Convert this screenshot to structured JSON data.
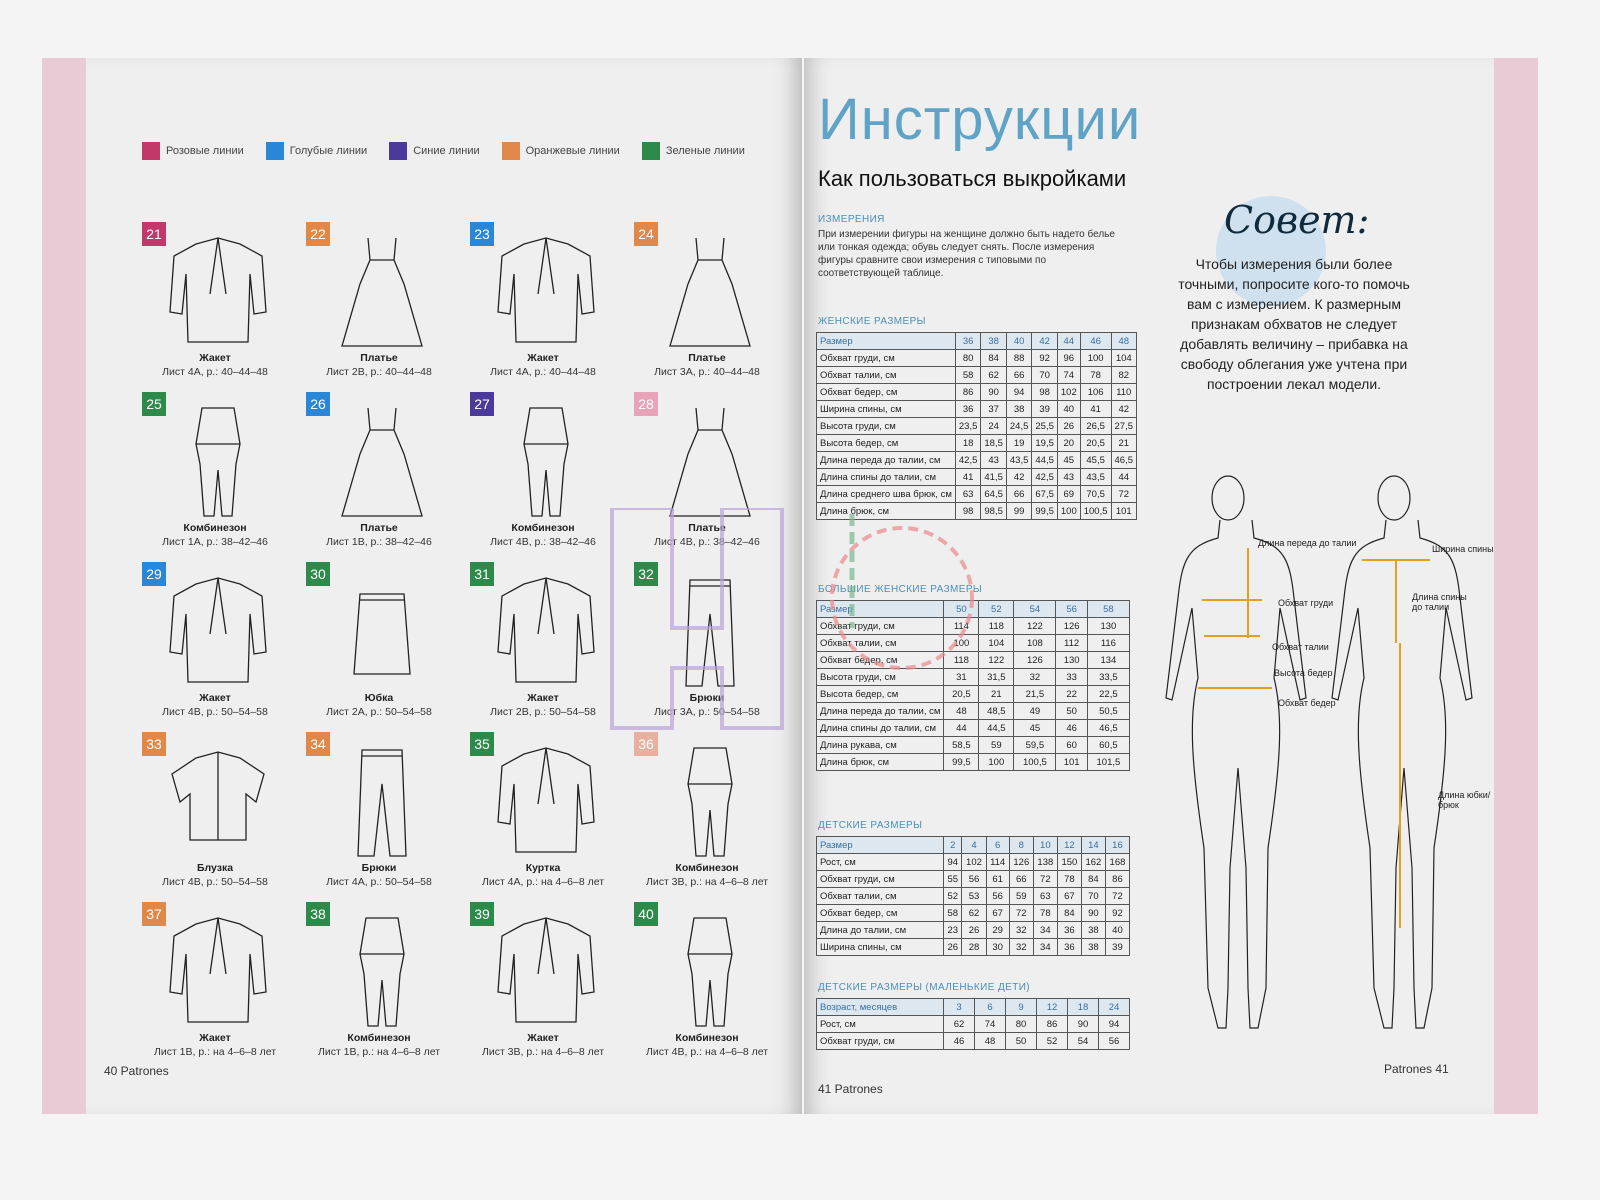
{
  "left_page": {
    "legend": [
      {
        "label": "Розовые линии",
        "color": "#c2386a"
      },
      {
        "label": "Голубые линии",
        "color": "#2a86d6"
      },
      {
        "label": "Синие линии",
        "color": "#4b3a9a"
      },
      {
        "label": "Оранжевые линии",
        "color": "#e0884a"
      },
      {
        "label": "Зеленые линии",
        "color": "#2e8a4a"
      }
    ],
    "garments": [
      {
        "num": "21",
        "color": "#c2386a",
        "name": "Жакет",
        "meta": "Лист 4А, р.: 40–44–48",
        "icon": "jacket-icon"
      },
      {
        "num": "22",
        "color": "#e0884a",
        "name": "Платье",
        "meta": "Лист 2В, р.: 40–44–48",
        "icon": "dress-icon"
      },
      {
        "num": "23",
        "color": "#2a86d6",
        "name": "Жакет",
        "meta": "Лист 4А, р.: 40–44–48",
        "icon": "jacket-icon"
      },
      {
        "num": "24",
        "color": "#e0884a",
        "name": "Платье",
        "meta": "Лист 3А, р.: 40–44–48",
        "icon": "dress-icon"
      },
      {
        "num": "25",
        "color": "#2e8a4a",
        "name": "Комбинезон",
        "meta": "Лист 1А, р.: 38–42–46",
        "icon": "jumpsuit-icon"
      },
      {
        "num": "26",
        "color": "#2a86d6",
        "name": "Платье",
        "meta": "Лист 1В, р.: 38–42–46",
        "icon": "dress-icon"
      },
      {
        "num": "27",
        "color": "#4b3a9a",
        "name": "Комбинезон",
        "meta": "Лист 4В, р.: 38–42–46",
        "icon": "jumpsuit-icon"
      },
      {
        "num": "28",
        "color": "#e8a3b8",
        "name": "Платье",
        "meta": "Лист 4В, р.: 38–42–46",
        "icon": "dress-icon"
      },
      {
        "num": "29",
        "color": "#2a86d6",
        "name": "Жакет",
        "meta": "Лист 4В, р.: 50–54–58",
        "icon": "jacket-icon"
      },
      {
        "num": "30",
        "color": "#2e8a4a",
        "name": "Юбка",
        "meta": "Лист 2А, р.: 50–54–58",
        "icon": "skirt-icon"
      },
      {
        "num": "31",
        "color": "#2e8a4a",
        "name": "Жакет",
        "meta": "Лист 2В, р.: 50–54–58",
        "icon": "jacket-icon"
      },
      {
        "num": "32",
        "color": "#2e8a4a",
        "name": "Брюки",
        "meta": "Лист 3А, р.: 50–54–58",
        "icon": "trousers-icon"
      },
      {
        "num": "33",
        "color": "#e0884a",
        "name": "Блузка",
        "meta": "Лист 4В, р.: 50–54–58",
        "icon": "blouse-icon"
      },
      {
        "num": "34",
        "color": "#e0884a",
        "name": "Брюки",
        "meta": "Лист 4А, р.: 50–54–58",
        "icon": "trousers-icon"
      },
      {
        "num": "35",
        "color": "#2e8a4a",
        "name": "Куртка",
        "meta": "Лист 4А, р.: на 4–6–8 лет",
        "icon": "jacket-icon"
      },
      {
        "num": "36",
        "color": "#e8b0a0",
        "name": "Комбинезон",
        "meta": "Лист 3В, р.: на 4–6–8 лет",
        "icon": "jumpsuit-icon"
      },
      {
        "num": "37",
        "color": "#e0884a",
        "name": "Жакет",
        "meta": "Лист 1В, р.: на 4–6–8 лет",
        "icon": "jacket-icon"
      },
      {
        "num": "38",
        "color": "#2e8a4a",
        "name": "Комбинезон",
        "meta": "Лист 1В, р.: на 4–6–8 лет",
        "icon": "jumpsuit-icon"
      },
      {
        "num": "39",
        "color": "#2e8a4a",
        "name": "Жакет",
        "meta": "Лист 3В, р.: на 4–6–8 лет",
        "icon": "jacket-icon"
      },
      {
        "num": "40",
        "color": "#2e8a4a",
        "name": "Комбинезон",
        "meta": "Лист 4В, р.: на 4–6–8 лет",
        "icon": "jumpsuit-icon"
      }
    ],
    "folio": "40 Patrones"
  },
  "right_page": {
    "title": "Инструкции",
    "subtitle": "Как пользоваться выкройками",
    "measurements_label": "ИЗМЕРЕНИЯ",
    "measurements_text": "При измерении фигуры на женщине должно быть надето белье или тонкая одежда; обувь следует снять. После измерения фигуры сравните свои измерения с типовыми по соответствующей таблице.",
    "tip_title": "Совет:",
    "tip_text": "Чтобы измерения были более точными, попросите кого-то помочь вам с измерением. К размерным признакам обхватов не следует добавлять величину – прибавка на свободу облегания уже учтена при построении лекал модели.",
    "figure_labels": {
      "front_length": "Длина переда до талии",
      "bust": "Обхват груди",
      "waist": "Обхват талии",
      "hip_height": "Высота бедер",
      "hips": "Обхват бедер",
      "back_width": "Ширина спины",
      "back_length": "Длина спины до талии",
      "skirt_length": "Длина юбки/брюк"
    },
    "tables": [
      {
        "title": "ЖЕНСКИЕ РАЗМЕРЫ",
        "header": [
          "Размер",
          "36",
          "38",
          "40",
          "42",
          "44",
          "46",
          "48"
        ],
        "rows": [
          [
            "Обхват груди, см",
            "80",
            "84",
            "88",
            "92",
            "96",
            "100",
            "104"
          ],
          [
            "Обхват талии, см",
            "58",
            "62",
            "66",
            "70",
            "74",
            "78",
            "82"
          ],
          [
            "Обхват бедер, см",
            "86",
            "90",
            "94",
            "98",
            "102",
            "106",
            "110"
          ],
          [
            "Ширина спины, см",
            "36",
            "37",
            "38",
            "39",
            "40",
            "41",
            "42"
          ],
          [
            "Высота груди, см",
            "23,5",
            "24",
            "24,5",
            "25,5",
            "26",
            "26,5",
            "27,5"
          ],
          [
            "Высота бедер, см",
            "18",
            "18,5",
            "19",
            "19,5",
            "20",
            "20,5",
            "21"
          ],
          [
            "Длина переда до талии, см",
            "42,5",
            "43",
            "43,5",
            "44,5",
            "45",
            "45,5",
            "46,5"
          ],
          [
            "Длина спины до талии, см",
            "41",
            "41,5",
            "42",
            "42,5",
            "43",
            "43,5",
            "44"
          ],
          [
            "Длина среднего шва брюк, см",
            "63",
            "64,5",
            "66",
            "67,5",
            "69",
            "70,5",
            "72"
          ],
          [
            "Длина брюк, см",
            "98",
            "98,5",
            "99",
            "99,5",
            "100",
            "100,5",
            "101"
          ]
        ]
      },
      {
        "title": "БОЛЬШИЕ ЖЕНСКИЕ РАЗМЕРЫ",
        "header": [
          "Размер",
          "50",
          "52",
          "54",
          "56",
          "58"
        ],
        "rows": [
          [
            "Обхват груди, см",
            "114",
            "118",
            "122",
            "126",
            "130"
          ],
          [
            "Обхват талии, см",
            "100",
            "104",
            "108",
            "112",
            "116"
          ],
          [
            "Обхват бедер, см",
            "118",
            "122",
            "126",
            "130",
            "134"
          ],
          [
            "Высота груди, см",
            "31",
            "31,5",
            "32",
            "33",
            "33,5"
          ],
          [
            "Высота бедер, см",
            "20,5",
            "21",
            "21,5",
            "22",
            "22,5"
          ],
          [
            "Длина переда до талии, см",
            "48",
            "48,5",
            "49",
            "50",
            "50,5"
          ],
          [
            "Длина спины до талии, см",
            "44",
            "44,5",
            "45",
            "46",
            "46,5"
          ],
          [
            "Длина рукава, см",
            "58,5",
            "59",
            "59,5",
            "60",
            "60,5"
          ],
          [
            "Длина брюк, см",
            "99,5",
            "100",
            "100,5",
            "101",
            "101,5"
          ]
        ]
      },
      {
        "title": "ДЕТСКИЕ РАЗМЕРЫ",
        "header": [
          "Размер",
          "2",
          "4",
          "6",
          "8",
          "10",
          "12",
          "14",
          "16"
        ],
        "rows": [
          [
            "Рост, см",
            "94",
            "102",
            "114",
            "126",
            "138",
            "150",
            "162",
            "168"
          ],
          [
            "Обхват груди, см",
            "55",
            "56",
            "61",
            "66",
            "72",
            "78",
            "84",
            "86"
          ],
          [
            "Обхват талии, см",
            "52",
            "53",
            "56",
            "59",
            "63",
            "67",
            "70",
            "72"
          ],
          [
            "Обхват бедер, см",
            "58",
            "62",
            "67",
            "72",
            "78",
            "84",
            "90",
            "92"
          ],
          [
            "Длина до талии, см",
            "23",
            "26",
            "29",
            "32",
            "34",
            "36",
            "38",
            "40"
          ],
          [
            "Ширина спины, см",
            "26",
            "28",
            "30",
            "32",
            "34",
            "36",
            "38",
            "39"
          ]
        ]
      },
      {
        "title": "ДЕТСКИЕ РАЗМЕРЫ (МАЛЕНЬКИЕ ДЕТИ)",
        "header": [
          "Возраст, месяцев",
          "3",
          "6",
          "9",
          "12",
          "18",
          "24"
        ],
        "rows": [
          [
            "Рост, см",
            "62",
            "74",
            "80",
            "86",
            "90",
            "94"
          ],
          [
            "Обхват груди, см",
            "46",
            "48",
            "50",
            "52",
            "54",
            "56"
          ]
        ]
      }
    ],
    "folio_inner": "41 Patrones",
    "folio_outer": "Patrones 41"
  }
}
